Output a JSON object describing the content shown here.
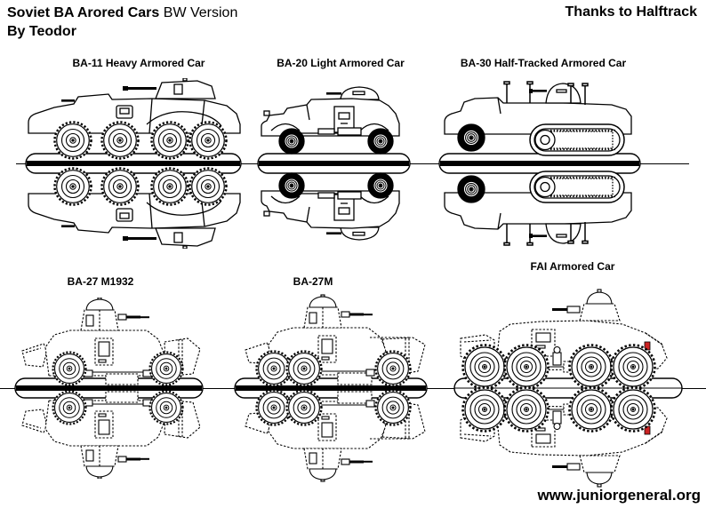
{
  "page": {
    "background": "#ffffff",
    "line_color": "#000000",
    "accent_red": "#cc2222"
  },
  "header": {
    "title": "Soviet BA Arored Cars",
    "title_note": "BW Version",
    "byline": "By Teodor",
    "credit": "Thanks to Halftrack"
  },
  "footer": {
    "url": "www.juniorgeneral.org"
  },
  "figures": [
    {
      "id": "ba11",
      "label": "BA-11 Heavy Armored Car"
    },
    {
      "id": "ba20",
      "label": "BA-20 Light Armored Car"
    },
    {
      "id": "ba30",
      "label": "BA-30 Half-Tracked Armored Car"
    },
    {
      "id": "ba27",
      "label": "BA-27 M1932"
    },
    {
      "id": "ba27m",
      "label": "BA-27M"
    },
    {
      "id": "fai",
      "label": "FAI Armored Car"
    }
  ]
}
